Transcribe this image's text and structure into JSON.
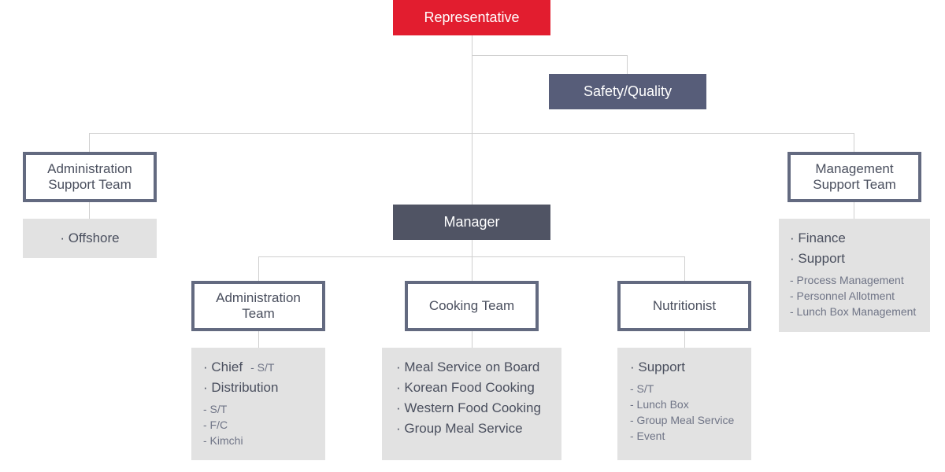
{
  "top": {
    "representative": "Representative",
    "safety": "Safety/Quality",
    "manager": "Manager"
  },
  "left_branch": {
    "title_line1": "Administration",
    "title_line2": "Support Team",
    "items": [
      "· Offshore"
    ]
  },
  "right_branch": {
    "title_line1": "Management",
    "title_line2": "Support Team",
    "items": [
      "· Finance",
      "· Support"
    ],
    "subitems": [
      "- Process Management",
      "- Personnel Allotment",
      "- Lunch Box Management"
    ]
  },
  "admin_team": {
    "title_line1": "Administration",
    "title_line2": "Team",
    "item1": "· Chief",
    "item1_sub": "- S/T",
    "item2": "· Distribution",
    "subitems": [
      "- S/T",
      "- F/C",
      "- Kimchi"
    ]
  },
  "cooking_team": {
    "title": "Cooking Team",
    "items": [
      "· Meal Service on Board",
      "· Korean Food Cooking",
      "· Western Food Cooking",
      "· Group Meal Service"
    ]
  },
  "nutritionist": {
    "title": "Nutritionist",
    "items": [
      "· Support"
    ],
    "subitems": [
      "- S/T",
      "- Lunch Box",
      "- Group Meal Service",
      "- Event"
    ]
  },
  "colors": {
    "red": "#e21d2f",
    "slate": "#575d79",
    "dark": "#505464",
    "outline": "#636a80",
    "panel": "#e2e2e2",
    "connector": "#cfcfcf"
  }
}
